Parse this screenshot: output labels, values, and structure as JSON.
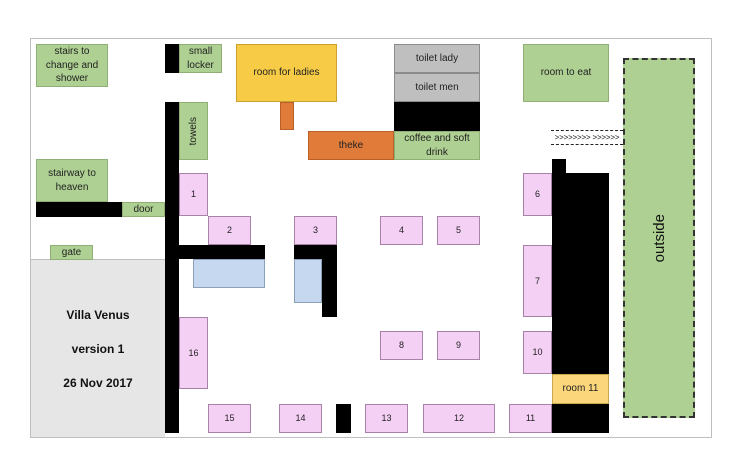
{
  "rooms": {
    "stairs_shower": "stairs to change and shower",
    "small_locker": "small locker",
    "room_for_ladies": "room for ladies",
    "toilet_lady": "toilet lady",
    "toilet_men": "toilet men",
    "room_to_eat": "room to eat",
    "towels": "towels",
    "theke": "theke",
    "coffee": "coffee and soft drink",
    "stairway_heaven": "stairway to heaven",
    "door": "door",
    "gate": "gate",
    "outside": "outside",
    "room_11": "room 11"
  },
  "path_arrows": ">>>>>>>> >>>>>>",
  "info": {
    "title": "Villa Venus",
    "version": "version 1",
    "date": "26 Nov 2017"
  },
  "tables": [
    "1",
    "2",
    "3",
    "4",
    "5",
    "6",
    "7",
    "8",
    "9",
    "10",
    "11",
    "12",
    "13",
    "14",
    "15",
    "16"
  ],
  "colors": {
    "green": "#aed092",
    "yellow": "#f7cb45",
    "gray": "#bfbfbf",
    "orange": "#e07b39",
    "pink": "#f5d0f5",
    "blue": "#c5d8ef",
    "wall": "#000000",
    "info_bg": "#e6e6e6"
  }
}
